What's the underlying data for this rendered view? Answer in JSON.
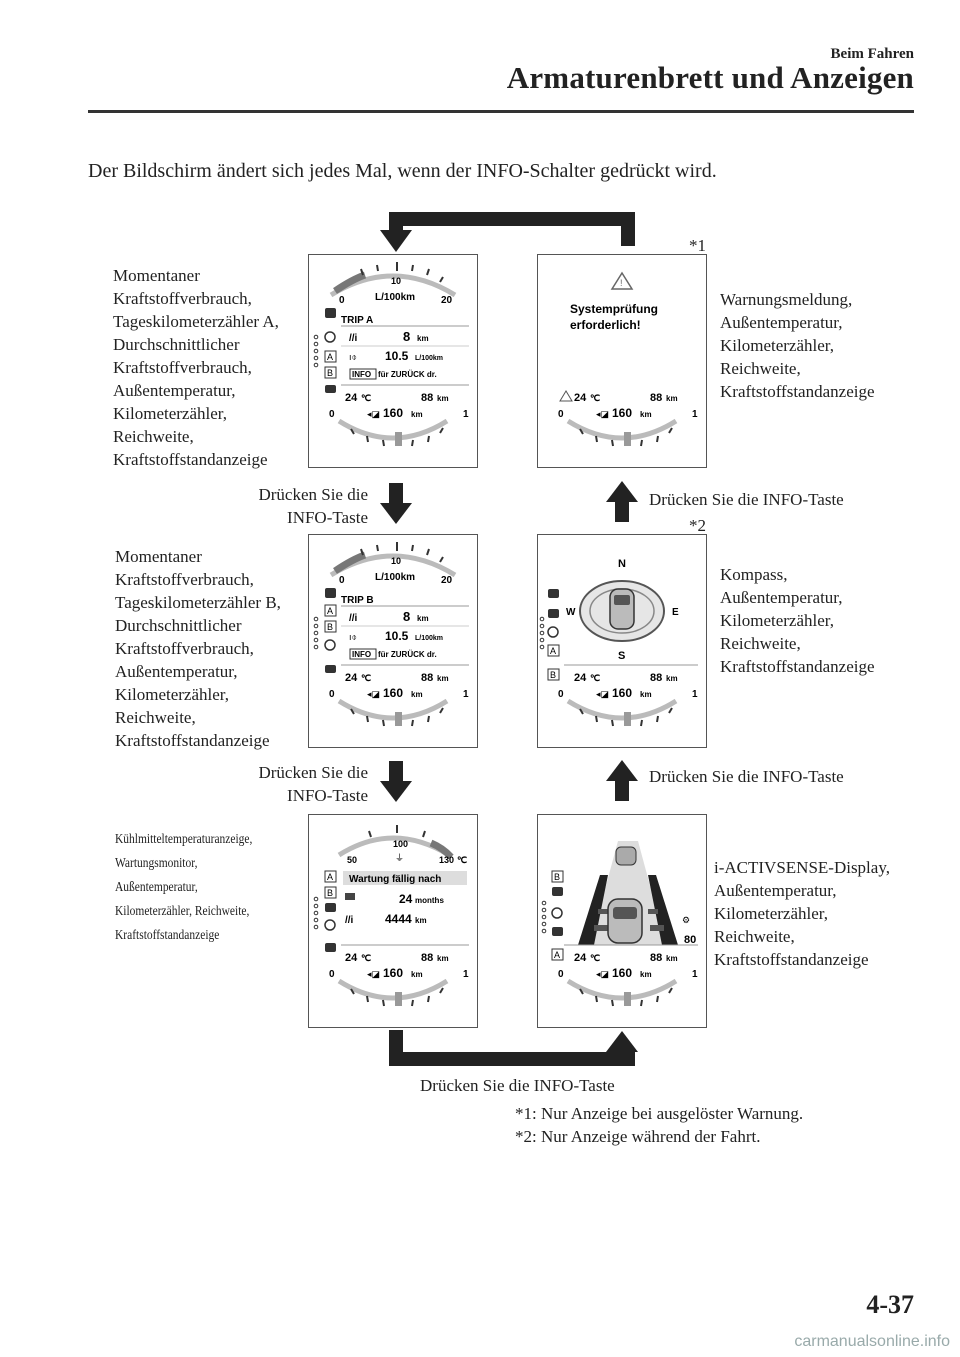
{
  "header": {
    "section": "Beim Fahren",
    "chapter": "Armaturenbrett und Anzeigen"
  },
  "intro": "Der Bildschirm ändert sich jedes Mal, wenn der INFO-Schalter gedrückt wird.",
  "labels": {
    "tripA": [
      "Momentaner",
      "Kraftstoffverbrauch,",
      "Tageskilometerzähler A,",
      "Durchschnittlicher",
      "Kraftstoffverbrauch,",
      "Außentemperatur,",
      "Kilometerzähler,",
      "Reichweite,",
      "Kraftstoffstandanzeige"
    ],
    "tripB": [
      "Momentaner",
      "Kraftstoffverbrauch,",
      "Tageskilometerzähler B,",
      "Durchschnittlicher",
      "Kraftstoffverbrauch,",
      "Außentemperatur,",
      "Kilometerzähler,",
      "Reichweite,",
      "Kraftstoffstandanzeige"
    ],
    "coolant": [
      "Kühlmitteltemperaturanzeige,",
      "Wartungsmonitor,",
      "Außentemperatur,",
      "Kilometerzähler, Reichweite,",
      "Kraftstoffstandanzeige"
    ],
    "warning": [
      "Warnungsmeldung,",
      "Außentemperatur,",
      "Kilometerzähler,",
      "Reichweite,",
      "Kraftstoffstandanzeige"
    ],
    "compass": [
      "Kompass,",
      "Außentemperatur,",
      "Kilometerzähler,",
      "Reichweite,",
      "Kraftstoffstandanzeige"
    ],
    "activsense": [
      "i-ACTIVSENSE-Display,",
      "Außentemperatur,",
      "Kilometerzähler,",
      "Reichweite,",
      "Kraftstoffstandanzeige"
    ]
  },
  "press": {
    "left1": [
      "Drücken Sie die",
      "INFO-Taste"
    ],
    "left2": [
      "Drücken Sie die",
      "INFO-Taste"
    ],
    "right1": "Drücken Sie die INFO-Taste",
    "right2": "Drücken Sie die INFO-Taste",
    "bottom": "Drücken Sie die INFO-Taste"
  },
  "markers": {
    "star1": "*1",
    "star2": "*2"
  },
  "notes": [
    "*1: Nur Anzeige bei ausgelöster Warnung.",
    "*2: Nur Anzeige während der Fahrt."
  ],
  "display": {
    "gauge_top": {
      "min": "0",
      "mid": "10",
      "max": "20",
      "unit": "L/100km"
    },
    "tripA_title": "TRIP A",
    "tripB_title": "TRIP B",
    "trip_dist": "8",
    "trip_dist_unit": "km",
    "avg": "10.5",
    "avg_unit": "L/100km",
    "info_btn": "INFO",
    "back_text": "für ZURÜCK dr.",
    "temp": "24",
    "temp_unit": "℃",
    "odo": "88",
    "odo_unit": "km",
    "range": "160",
    "range_unit": "km",
    "fuel_min": "0",
    "fuel_max": "1",
    "warn_line1": "Systemprüfung",
    "warn_line2": "erforderlich!",
    "compass": {
      "n": "N",
      "s": "S",
      "e": "E",
      "w": "W"
    },
    "coolant_gauge": {
      "min": "50",
      "mid": "100",
      "max": "130",
      "unit": "℃"
    },
    "service_title": "Wartung fällig nach",
    "service_months": "24",
    "service_months_unit": "months",
    "service_dist": "4444",
    "service_dist_unit": "km",
    "speed_limit": "80",
    "lbl_a": "A",
    "lbl_b": "B"
  },
  "page": {
    "number": "4-37",
    "watermark": "carmanualsonline.info"
  }
}
